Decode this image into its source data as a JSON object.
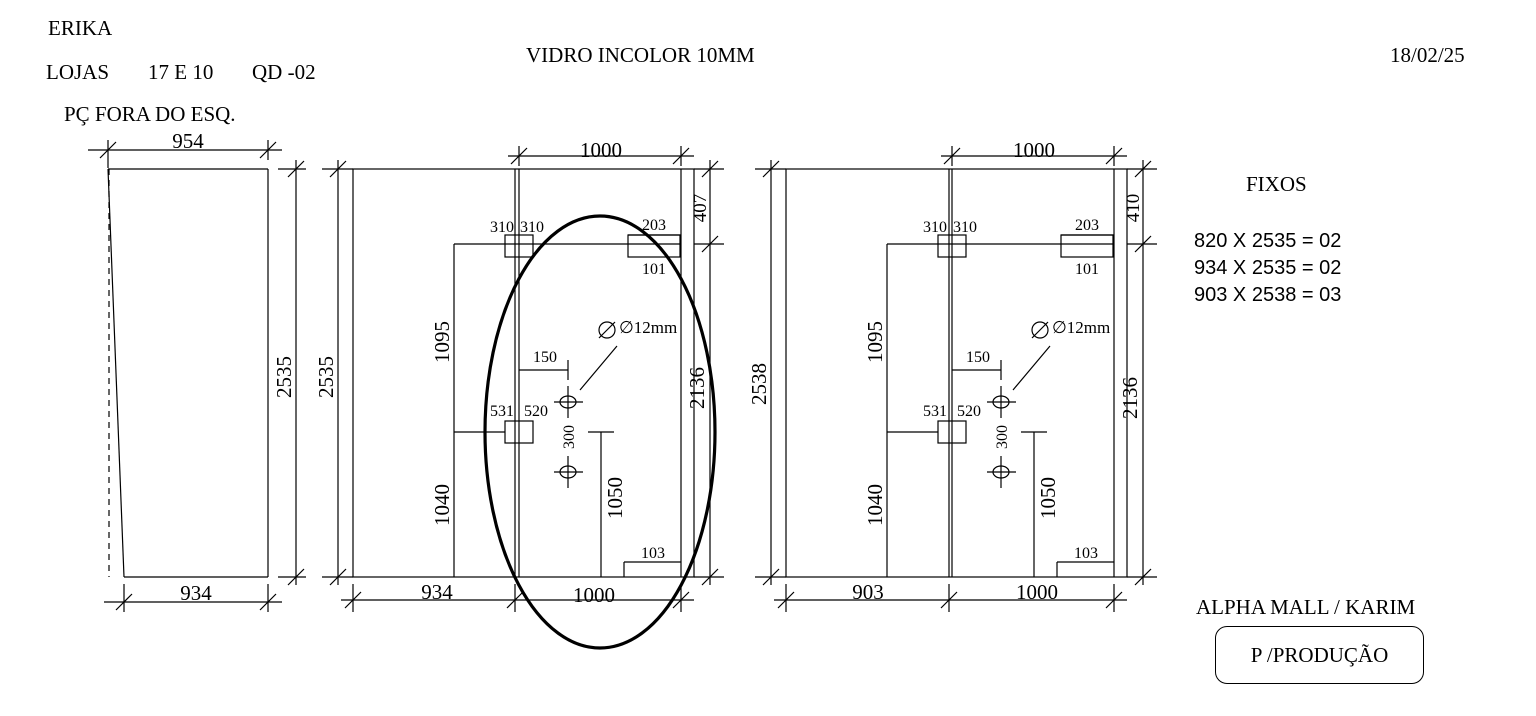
{
  "header": {
    "client": "ERIKA",
    "lojas_label": "LOJAS",
    "lojas_value": "17 E 10",
    "qd": "QD -02",
    "note": "PÇ FORA DO ESQ.",
    "title": "VIDRO INCOLOR 10MM",
    "date": "18/02/25"
  },
  "fixos": {
    "title": "FIXOS",
    "items": [
      "820 X 2535 = 02",
      "934 X 2535 = 02",
      "903 X 2538 = 03"
    ]
  },
  "footer": {
    "client_label": "ALPHA MALL / KARIM",
    "stamp": "P /PRODUÇÃO"
  },
  "panel1": {
    "top_width": "954",
    "bottom_width": "934",
    "height": "2535"
  },
  "assembly1": {
    "left_height": "2535",
    "top_width": "1000",
    "top_offset": "407",
    "hinge_top_left": "310",
    "hinge_top_right": "310",
    "lock_top": "203",
    "lock_bottom": "101",
    "height_upper": "1095",
    "height_lower": "1040",
    "hole_label": "∅12mm",
    "hole_offset": "150",
    "hinge_mid_left": "531",
    "hinge_mid_right": "520",
    "hole_spacing": "300",
    "handle_height": "1050",
    "door_height": "2136",
    "bottom_step": "103",
    "bottom_left": "934",
    "bottom_right": "1000"
  },
  "assembly2": {
    "left_height": "2538",
    "top_width": "1000",
    "top_offset": "410",
    "hinge_top_left": "310",
    "hinge_top_right": "310",
    "lock_top": "203",
    "lock_bottom": "101",
    "height_upper": "1095",
    "height_lower": "1040",
    "hole_label": "∅12mm",
    "hole_offset": "150",
    "hinge_mid_left": "531",
    "hinge_mid_right": "520",
    "hole_spacing": "300",
    "handle_height": "1050",
    "door_height": "2136",
    "bottom_step": "103",
    "bottom_left": "903",
    "bottom_right": "1000"
  }
}
